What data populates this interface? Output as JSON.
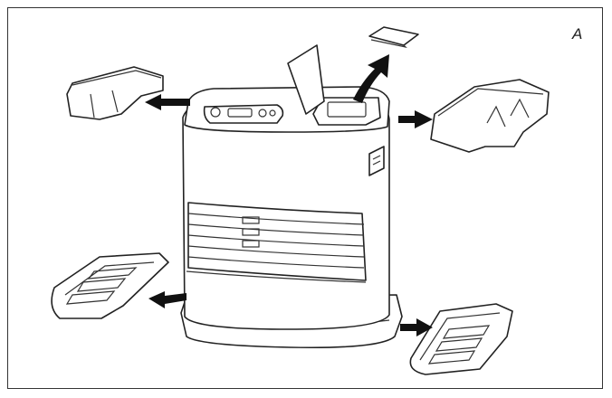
{
  "figure": {
    "label": "A",
    "colors": {
      "line": "#222222",
      "background": "#ffffff",
      "frame": "#333333"
    },
    "parts": [
      "top-left-packing-piece",
      "top-right-packing-piece",
      "bottom-left-tray",
      "bottom-right-tray",
      "removed-document",
      "heater"
    ]
  }
}
